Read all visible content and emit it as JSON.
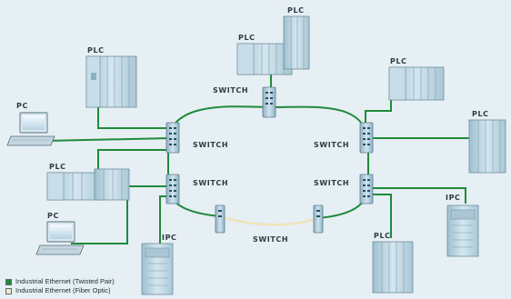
{
  "diagram": {
    "ring_switch_label": "SWITCH",
    "device_labels": {
      "plc": "PLC",
      "pc": "PC",
      "ipc": "IPC"
    }
  },
  "legend": {
    "items": [
      {
        "label": "Industrial Ethernet (Twisted Pair)",
        "color": "#1f8a3a"
      },
      {
        "label": "Industrial Ethernet (Fiber Optic)",
        "color": "#f1e8c8"
      }
    ]
  },
  "colors": {
    "twisted_pair": "#1f8a3a",
    "fiber_optic": "#efe3b8",
    "device_body": "#bcd6e3",
    "device_edge": "#6f8c9b",
    "background": "#e6eff4"
  }
}
